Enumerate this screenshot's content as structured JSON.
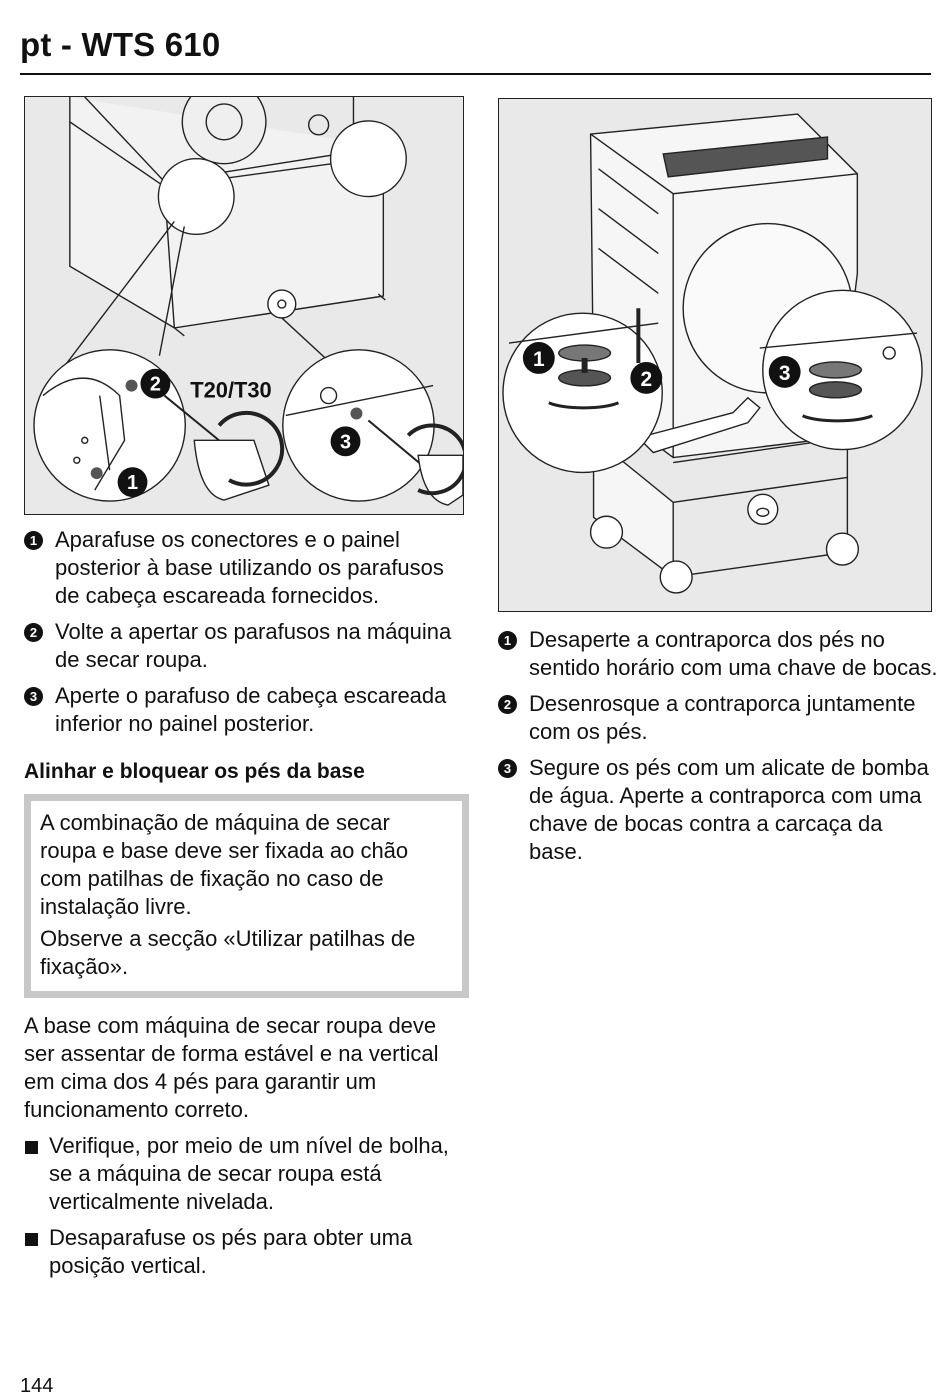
{
  "header": {
    "title": "pt - WTS 610"
  },
  "figure_left": {
    "callouts": [
      "1",
      "2",
      "3"
    ],
    "tool_label": "T20/T30"
  },
  "figure_right": {
    "callouts": [
      "1",
      "2",
      "3"
    ]
  },
  "left_steps": [
    {
      "num": "1",
      "text": "Aparafuse os conectores e o painel posterior à base utilizando os parafu­sos de cabeça escareada fornecidos."
    },
    {
      "num": "2",
      "text": "Volte a apertar os parafusos na má­quina de secar roupa."
    },
    {
      "num": "3",
      "text": "Aperte o parafuso de cabeça esca­reada inferior no painel posterior."
    }
  ],
  "section_heading": "Alinhar e bloquear os pés da base",
  "note": {
    "line1": "A combinação de máquina de secar roupa e base deve ser fixada ao chão com patilhas de fixação no caso de instalação livre.",
    "line2": "Observe a secção «Utilizar patilhas de fixação»."
  },
  "paragraph": "A base com máquina de secar roupa de­ve ser assentar de forma estável e na vertical em cima dos 4 pés para garantir um funcionamento correto.",
  "bullets": [
    "Verifique, por meio de um nível de bo­lha, se a máquina de secar roupa está verticalmente nivelada.",
    "Desaparafuse os pés para obter uma posição vertical."
  ],
  "right_steps": [
    {
      "num": "1",
      "text": "Desaperte a contraporca dos pés no sentido horário com uma chave de bocas."
    },
    {
      "num": "2",
      "text": "Desenrosque a contraporca junta­mente com os pés."
    },
    {
      "num": "3",
      "text": "Segure os pés com um alicate de bomba de água. Aperte a contrapor­ca com uma chave de bocas contra a carcaça da base."
    }
  ],
  "page_number": "144"
}
